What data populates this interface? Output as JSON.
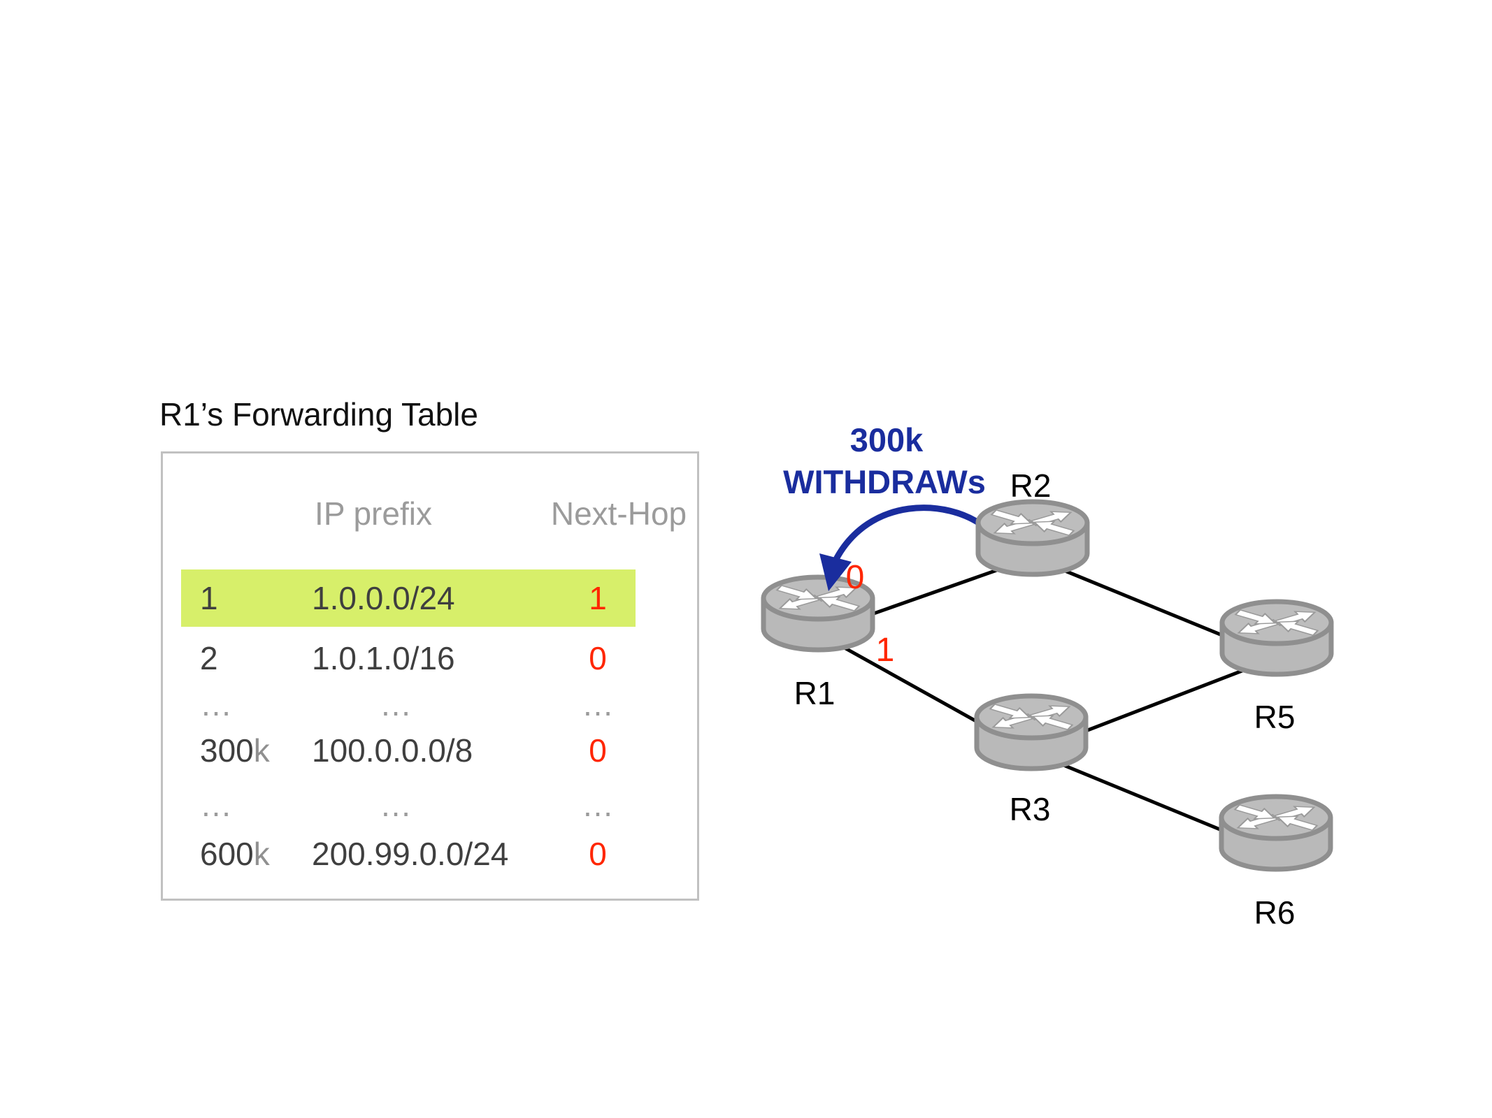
{
  "title": "R1’s Forwarding Table",
  "table": {
    "headers": {
      "prefix": "IP prefix",
      "next_hop": "Next-Hop"
    },
    "rows": [
      {
        "index": "1",
        "index_suffix": "",
        "prefix": "1.0.0.0/24",
        "next_hop": "1",
        "highlight": true,
        "dots": false
      },
      {
        "index": "2",
        "index_suffix": "",
        "prefix": "1.0.1.0/16",
        "next_hop": "0",
        "highlight": false,
        "dots": false
      },
      {
        "index": "…",
        "index_suffix": "",
        "prefix": "…",
        "next_hop": "…",
        "highlight": false,
        "dots": true
      },
      {
        "index": "300",
        "index_suffix": "k",
        "prefix": "100.0.0.0/8",
        "next_hop": "0",
        "highlight": false,
        "dots": false
      },
      {
        "index": "…",
        "index_suffix": "",
        "prefix": "…",
        "next_hop": "…",
        "highlight": false,
        "dots": true
      },
      {
        "index": "600",
        "index_suffix": "k",
        "prefix": "200.99.0.0/24",
        "next_hop": "0",
        "highlight": false,
        "dots": false
      }
    ]
  },
  "diagram": {
    "annotation": {
      "line1": "300k",
      "line2": "WITHDRAWs"
    },
    "routers": [
      {
        "id": "R1",
        "label": "R1"
      },
      {
        "id": "R2",
        "label": "R2"
      },
      {
        "id": "R3",
        "label": "R3"
      },
      {
        "id": "R5",
        "label": "R5"
      },
      {
        "id": "R6",
        "label": "R6"
      }
    ],
    "links": [
      [
        "R1",
        "R2"
      ],
      [
        "R2",
        "R5"
      ],
      [
        "R1",
        "R3"
      ],
      [
        "R3",
        "R5"
      ],
      [
        "R3",
        "R6"
      ]
    ],
    "port_labels": [
      {
        "text": "0"
      },
      {
        "text": "1"
      }
    ]
  },
  "colors": {
    "row_highlight": "#d7ef6a",
    "accent_red": "#ff2600",
    "accent_blue": "#1a2d9e",
    "table_text": "#3f3f3f",
    "muted_text": "#9b9b9b",
    "border_gray": "#c1c1c1"
  }
}
